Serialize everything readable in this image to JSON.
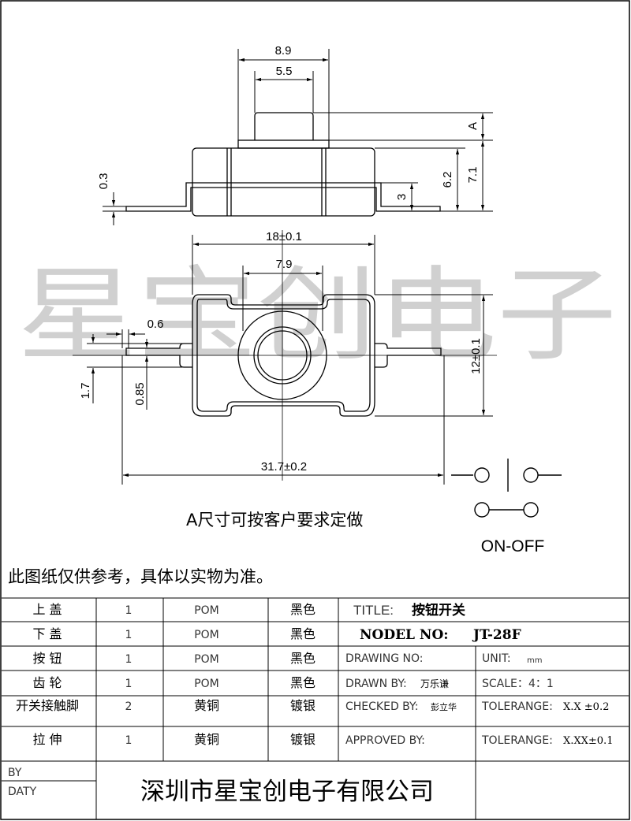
{
  "dimensions": {
    "top_width_outer": "8.9",
    "top_width_inner": "5.5",
    "height_a": "A",
    "height_total": "7.1",
    "height_body": "6.2",
    "height_pin": "3",
    "pin_thickness": "0.3",
    "body_width": "18±0.1",
    "button_width": "7.9",
    "pin_width": "0.6",
    "pin_length": "1.7",
    "pin_offset": "0.85",
    "body_height": "12±0.1",
    "overall_length": "31.7±0.2"
  },
  "watermark": "星宝创电子",
  "note_a": "A尺寸可按客户要求定做",
  "switch_label": "ON-OFF",
  "disclaimer": "此图纸仅供参考，具体以实物为准。",
  "parts": [
    {
      "name": "上 盖",
      "qty": "1",
      "material": "POM",
      "finish": "黑色"
    },
    {
      "name": "下 盖",
      "qty": "1",
      "material": "POM",
      "finish": "黑色"
    },
    {
      "name": "按 钮",
      "qty": "1",
      "material": "POM",
      "finish": "黑色"
    },
    {
      "name": "齿 轮",
      "qty": "1",
      "material": "POM",
      "finish": "黑色"
    },
    {
      "name": "开关接触脚",
      "qty": "2",
      "material": "黄铜",
      "finish": "镀银"
    },
    {
      "name": "拉 伸",
      "qty": "1",
      "material": "黄铜",
      "finish": "镀银"
    }
  ],
  "title_block": {
    "title_label": "TITLE:",
    "title_value": "按钮开关",
    "model_label": "NODEL  NO:",
    "model_value": "JT-28F",
    "drawing_no": "DRAWING NO:",
    "unit_label": "UNIT:",
    "unit_value": "mm",
    "drawn_by_label": "DRAWN BY:",
    "drawn_by_value": "万乐谦",
    "scale_label": "SCALE：",
    "scale_value": "4：1",
    "checked_by_label": "CHECKED BY:",
    "checked_by_value": "彭立华",
    "tolerance1_label": "TOLERANGE:",
    "tolerance1_value": "X.X ±0.2",
    "approved_by_label": "APPROVED BY:",
    "tolerance2_label": "TOLERANGE:",
    "tolerance2_value": "X.XX±0.1",
    "by_label": "BY",
    "daty_label": "DATY",
    "company": "深圳市星宝创电子有限公司"
  }
}
